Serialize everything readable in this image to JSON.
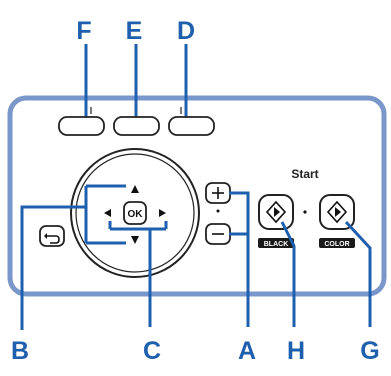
{
  "labels": {
    "F": "F",
    "E": "E",
    "D": "D",
    "B": "B",
    "C": "C",
    "A": "A",
    "H": "H",
    "G": "G"
  },
  "panel": {
    "start_label": "Start",
    "ok_label": "OK",
    "black_label": "BLACK",
    "color_label": "COLOR"
  },
  "colors": {
    "callout": "#1e5fae",
    "panel_border": "#7a97cc",
    "button_stroke": "#222222"
  },
  "icons": {
    "back": "back-arrow-icon",
    "start": "start-diamond-icon",
    "plus": "plus-icon",
    "minus": "minus-icon",
    "nav": "triangle-arrow-icons"
  }
}
